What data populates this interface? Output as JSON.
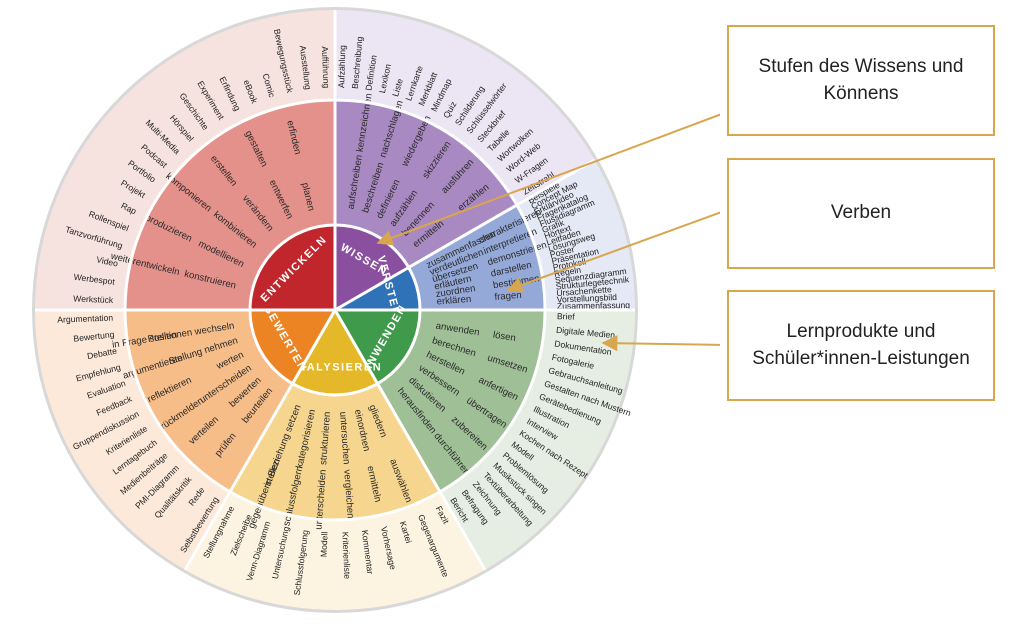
{
  "colors": {
    "wissen": {
      "outer": "#ece5f3",
      "middle": "#a989c2",
      "core": "#8a4f9e"
    },
    "verstehen": {
      "outer": "#e5e8f5",
      "middle": "#94a9d8",
      "core": "#2f72b8"
    },
    "anwenden": {
      "outer": "#e6eee3",
      "middle": "#9fbf96",
      "core": "#3f9a4b"
    },
    "analysieren": {
      "outer": "#fcf3e0",
      "middle": "#f6d58e",
      "core": "#e5b82a"
    },
    "bewerten": {
      "outer": "#fce9d9",
      "middle": "#f6bd88",
      "core": "#ec8424"
    },
    "entwickeln": {
      "outer": "#f6e2de",
      "middle": "#e3918a",
      "core": "#c0262c"
    },
    "accent": "#d8a64e"
  },
  "wheel": {
    "sectors": [
      {
        "id": "wissen",
        "label": "WISSEN",
        "verbs": [
          "aufschreiben",
          "beschreiben",
          "definieren",
          "aufzählen",
          "benennen",
          "ermitteln",
          "kennzeichnen",
          "nachschlagen",
          "wiedergeben",
          "skizzieren",
          "ausführen",
          "erzählen"
        ],
        "products": [
          "Aufzählung",
          "Beschreibung",
          "Definition",
          "Lexikon",
          "Liste",
          "Lernkarte",
          "Merkblatt",
          "Mindmap",
          "Quiz",
          "Schilderung",
          "Schlüsselwörter",
          "Steckbrief",
          "Tabelle",
          "Wortwolken",
          "Word-Web",
          "W-Fragen",
          "Zeitstrahl"
        ]
      },
      {
        "id": "verstehen",
        "label": "VERSTEHEN",
        "verbs": [
          "zusammenfassen",
          "verdeutlichen",
          "übersetzen",
          "erläutern",
          "zuordnen",
          "erklären",
          "charakterisieren",
          "interpretieren",
          "demonstrieren",
          "darstellen",
          "bestimmen",
          "fragen"
        ],
        "products": [
          "Beispiele",
          "Concept Map",
          "Erklärvideo",
          "Fragenkatalog",
          "Flussdiagramm",
          "Grafik",
          "Hörtext",
          "Leitfaden",
          "Lösungsweg",
          "Poster",
          "Präsentation",
          "Protokoll",
          "Regeln",
          "Sequenzdiagramm",
          "Strukturlegetechnik",
          "Ursachenkette",
          "Vorstellungsbild",
          "Zusammenfassung"
        ]
      },
      {
        "id": "anwenden",
        "label": "ANWENDEN",
        "verbs": [
          "anwenden",
          "berechnen",
          "herstellen",
          "verbessern",
          "diskutieren",
          "herausfinden",
          "lösen",
          "umsetzen",
          "anfertigen",
          "übertragen",
          "zubereiten",
          "durchführen"
        ],
        "products": [
          "Brief",
          "Digitale Medien",
          "Dokumentation",
          "Fotogalerie",
          "Gebrauchsanleitung",
          "Gestalten nach Mustern",
          "Gerätebedienung",
          "Illustration",
          "Interview",
          "Kochen nach Rezept",
          "Modell",
          "Problemlösung",
          "Musikstück singen",
          "Textüberarbeitung",
          "Zeichnung",
          "Befragung",
          "Bericht"
        ]
      },
      {
        "id": "analysieren",
        "label": "ANALYSIEREN",
        "verbs": [
          "gliedern",
          "einordnen",
          "untersuchen",
          "strukturieren",
          "kategorisieren",
          "in Beziehung setzen",
          "auswählen",
          "ermitteln",
          "vergleichen",
          "unterscheiden",
          "schlussfolgern",
          "gegenüberstellen"
        ],
        "products": [
          "Fazit",
          "Gegenargumente",
          "Kartei",
          "Vorhersage",
          "Kommentar",
          "Kriterienliste",
          "Modell",
          "Schlussfolgerung",
          "Untersuchung",
          "Venn-Diagramm",
          "Zielscheibe",
          "Stellungnahme"
        ]
      },
      {
        "id": "bewerten",
        "label": "BEWERTEN",
        "verbs": [
          "beurteilen",
          "bewerten",
          "unterscheiden",
          "werten",
          "Stellung nehmen",
          "Positionen wechseln",
          "prüfen",
          "verteilen",
          "rückmelden",
          "reflektieren",
          "argumentieren",
          "in Frage stellen"
        ],
        "products": [
          "Selbstbewertung",
          "Rede",
          "Qualitätskritik",
          "PMI-Diagramm",
          "Medienbeiträge",
          "Lerntagebuch",
          "Kriterienliste",
          "Gruppendiskussion",
          "Feedback",
          "Evaluation",
          "Empfehlung",
          "Debatte",
          "Bewertung",
          "Argumentation"
        ]
      },
      {
        "id": "entwickeln",
        "label": "ENTWICKELN",
        "verbs": [
          "konstruieren",
          "modellieren",
          "kombinieren",
          "verändern",
          "entwerfen",
          "planen",
          "weiterentwickeln",
          "produzieren",
          "komponieren",
          "erstellen",
          "gestalten",
          "erfinden"
        ],
        "products": [
          "Werkstück",
          "Werbespot",
          "Video",
          "Tanzvorführung",
          "Rollenspiel",
          "Rap",
          "Projekt",
          "Portfolio",
          "Podcast",
          "Multi-Media",
          "Hörspiel",
          "Geschichte",
          "Experiment",
          "Erfindung",
          "eBook",
          "Comic",
          "Bewegungsstück",
          "Ausstellung",
          "Aufführung"
        ]
      }
    ]
  },
  "callouts": [
    {
      "text": "Stufen des Wissens und Könnens"
    },
    {
      "text": "Verben"
    },
    {
      "text": "Lernprodukte und Schüler*innen-Leistungen"
    }
  ]
}
